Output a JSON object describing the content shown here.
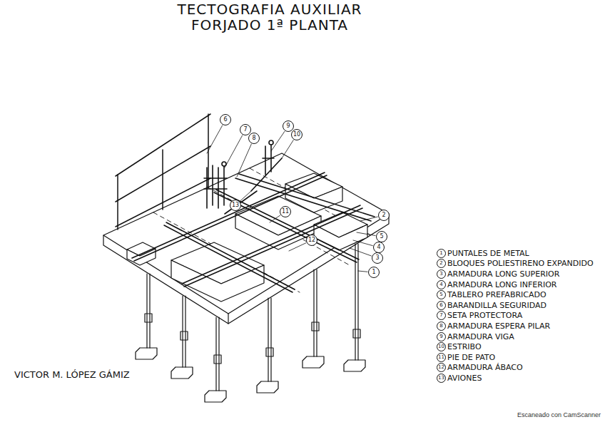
{
  "diagram": {
    "title": "TECTOGRAFIA AUXILIAR FORJADO 1ª PLANTA",
    "labels": [
      "6",
      "7",
      "8",
      "9",
      "10",
      "13",
      "11",
      "12",
      "2",
      "5",
      "4",
      "3",
      "1",
      "1",
      "2",
      "3",
      "4",
      "5",
      "6",
      "7",
      "8",
      "9",
      "10",
      "11",
      "12",
      "13",
      "VICTOR M. LÓPEZ GÁMIZ",
      "Escaneado con CamScanner"
    ],
    "legend": [
      {
        "text": "PUNTALES DE METAL"
      },
      {
        "text": "BLOQUES POLIESTIRENO EXPANDIDO"
      },
      {
        "text": "ARMADURA LONG SUPERIOR"
      },
      {
        "text": "ARMADURA LONG INFERIOR"
      },
      {
        "text": "TABLERO PREFABRICADO"
      },
      {
        "text": "BARANDILLA SEGURIDAD"
      },
      {
        "text": "SETA PROTECTORA"
      },
      {
        "text": "ARMADURA ESPERA PILAR"
      },
      {
        "text": "ARMADURA VIGA"
      },
      {
        "text": "ESTRIBO"
      },
      {
        "text": "PIE DE PATO"
      },
      {
        "text": "ARMADURA ÁBACO"
      },
      {
        "text": "AVIONES"
      }
    ]
  }
}
